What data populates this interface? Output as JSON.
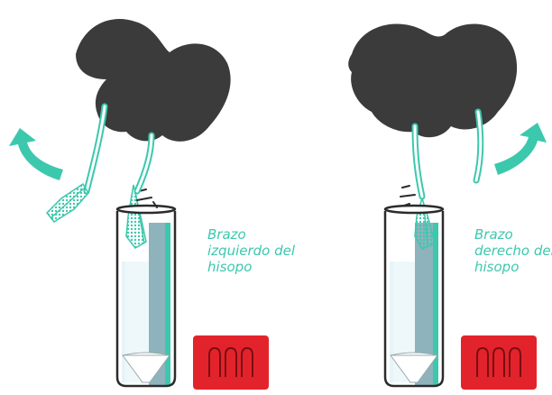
{
  "panels": [
    {
      "label_lines": [
        "Brazo",
        "izquierdo del",
        "hisopo"
      ],
      "arrow_direction": "left"
    },
    {
      "label_lines": [
        "Brazo",
        "derecho del",
        "hisopo"
      ],
      "arrow_direction": "right"
    }
  ],
  "colors": {
    "hand": "#3b3b3b",
    "swab": "#3cc8ad",
    "swab_stroke": "#2fb39a",
    "label": "#3cc8ad",
    "tube_outline": "#2b2b2b",
    "liquid": "#e4f3f8",
    "liquid_dark": "#94b5be",
    "cap": "#e3232b"
  },
  "icons": [
    "hand-shape",
    "curved-arrow-icon",
    "swab-tip-icon",
    "tube-icon",
    "cap-icon",
    "snap-mark-icon"
  ]
}
